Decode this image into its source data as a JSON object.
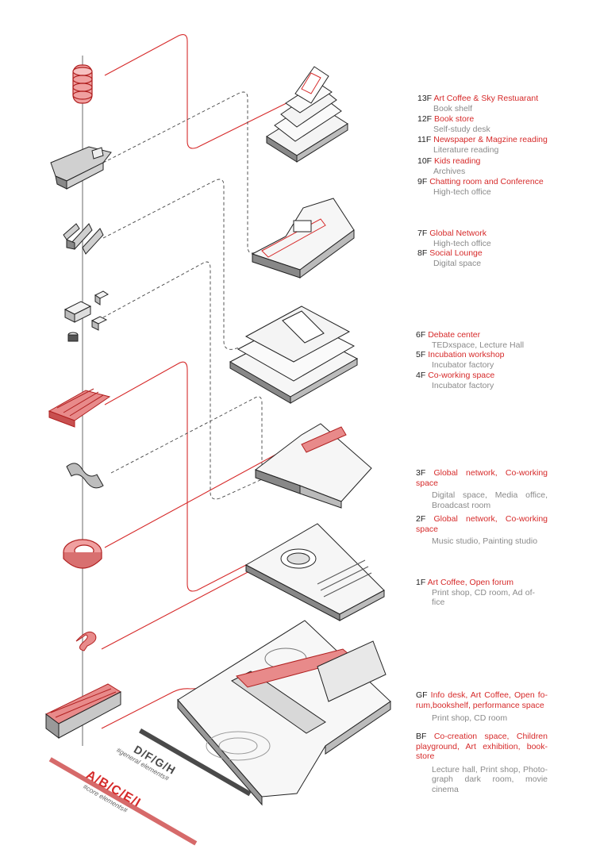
{
  "floors": [
    {
      "code": "13F",
      "program": "Art Coffee & Sky Restuarant",
      "sub": "Book shelf"
    },
    {
      "code": "12F",
      "program": "Book store",
      "sub": "Self-study desk"
    },
    {
      "code": "11F",
      "program": "Newspaper & Magzine reading",
      "sub": "Literature reading"
    },
    {
      "code": "10F",
      "program": "Kids reading",
      "sub": "Archives"
    },
    {
      "code": "9F",
      "program": "Chatting room and Conference",
      "sub": "High-tech office"
    },
    {
      "code": "7F",
      "program": "Global Network",
      "sub": "High-tech office"
    },
    {
      "code": "8F",
      "program": "Social Lounge",
      "sub": "Digital space"
    },
    {
      "code": "6F",
      "program": "Debate center",
      "sub": "TEDxspace, Lecture Hall"
    },
    {
      "code": "5F",
      "program": "Incubation workshop",
      "sub": "Incubator  factory"
    },
    {
      "code": "4F",
      "program": "Co-working space",
      "sub": "Incubator  factory"
    },
    {
      "code": "3F",
      "program": "Global  network,  Co-working space",
      "sub": "Digital  space,   Media  office, Broadcast room"
    },
    {
      "code": "2F",
      "program": "Global  network,  Co-working space",
      "sub": "Music studio, Painting studio"
    },
    {
      "code": "1F",
      "program": "Art Coffee, Open forum",
      "sub": "Print shop, CD room, Ad of- fice"
    },
    {
      "code": "GF",
      "program": "Info desk, Art Coffee, Open fo- rum,bookshelf, performance space",
      "sub": "Print shop, CD room"
    },
    {
      "code": "BF",
      "program": "Co-creation  space,  Children playground, Art exhibition, book- store",
      "sub": "Lecture hall, Print shop, Photo- graph dark room, movie cinema"
    }
  ],
  "legend": {
    "general_code": "D/F/G/H",
    "general_caption": "#general elements#",
    "core_code": "A/B/C/E/I",
    "core_caption": "#core elements#"
  },
  "colors": {
    "accent": "#d62a2a",
    "accent_fill": "#e88a8a",
    "text": "#222222",
    "subtext": "#8a8a8a",
    "line": "#333333",
    "legend_bar_dark": "#4a4a4a"
  }
}
